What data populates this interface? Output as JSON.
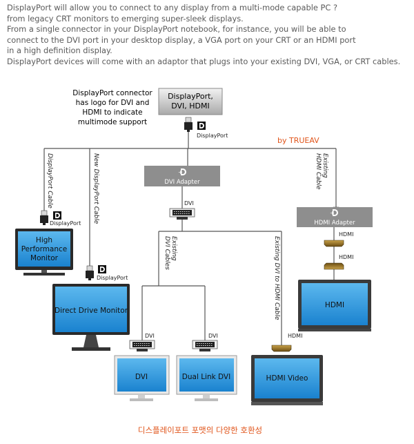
{
  "intro_lines": [
    "DisplayPort will allow you to connect to any display from a multi-mode capable PC ?",
    "from legacy CRT monitors to emerging super-sleek displays.",
    "From a single connector in your DisplayPort notebook, for instance, you will be able to",
    "connect to the DVI port in your desktop display, a VGA port on your CRT or an HDMI port",
    "in a high definition display.",
    "DisplayPort devices will come with an adaptor that plugs into your existing DVI, VGA, or CRT cables."
  ],
  "source": {
    "note_lines": [
      "DisplayPort connector",
      "has logo for DVI and",
      "HDMI to indicate",
      "multimode support"
    ],
    "box_lines": [
      "DisplayPort,",
      "DVI, HDMI"
    ],
    "logo_label": "DisplayPort"
  },
  "attribution": "by TRUEAV",
  "cables": {
    "dp_cable": "DisplayPort Cable",
    "new_dp_cable": "New DisplayPort Cable",
    "existing_dvi": [
      "Existing",
      "DVI Cables"
    ],
    "existing_dvi_hdmi": "Existing DVI to HDMI Cable",
    "existing_hdmi": [
      "Existing",
      "HDMI Cable"
    ]
  },
  "adapters": {
    "dvi": "DVI Adapter",
    "hdmi": "HDMI Adapter"
  },
  "connector_labels": {
    "dp1": "DisplayPort",
    "dp2": "DisplayPort",
    "dvi_top": "DVI",
    "dvi_left": "DVI",
    "dvi_right": "DVI",
    "hdmi_1": "HDMI",
    "hdmi_2": "HDMI",
    "hdmi_video": "HDMI"
  },
  "monitors": {
    "high_perf": [
      "High",
      "Performance",
      "Monitor"
    ],
    "direct_drive": "Direct Drive Monitor",
    "hdmi": "HDMI",
    "dvi": "DVI",
    "dual_link": "Dual Link DVI",
    "hdmi_video": "HDMI Video"
  },
  "caption": "디스플레이포트 포맷의 다양한 호환성",
  "colors": {
    "screen": "#1e8fd6",
    "accent": "#e0541a",
    "adapter": "#8e8e8e"
  }
}
